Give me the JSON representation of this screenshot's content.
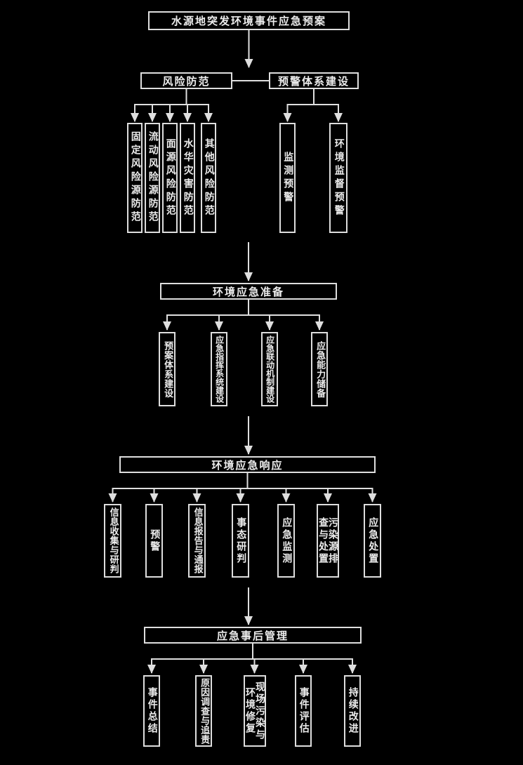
{
  "title": {
    "label": "水源地突发环境事件应急预案"
  },
  "risk": {
    "label": "风险防范",
    "children": [
      {
        "label": "固定风险源防范"
      },
      {
        "label": "流动风险源防范"
      },
      {
        "label": "面源风险防范"
      },
      {
        "label": "水华灾害防范"
      },
      {
        "label": "其他风险防范"
      }
    ]
  },
  "warning": {
    "label": "预警体系建设",
    "children": [
      {
        "label": "监测预警"
      },
      {
        "label": "环境监督预警"
      }
    ]
  },
  "preparation": {
    "label": "环境应急准备",
    "children": [
      {
        "label": "预案体系建设"
      },
      {
        "label": "应急指挥系统建设"
      },
      {
        "label": "应急联动机制建设"
      },
      {
        "label": "应急能力储备"
      }
    ]
  },
  "response": {
    "label": "环境应急响应",
    "children": [
      {
        "label": "信息收集与研判"
      },
      {
        "label": "预警"
      },
      {
        "label": "信息报告与通报"
      },
      {
        "label": "事态研判"
      },
      {
        "label": "应急监测"
      },
      {
        "label": "污染源排查与处置"
      },
      {
        "label": "应急处置"
      }
    ]
  },
  "aftermath": {
    "label": "应急事后管理",
    "children": [
      {
        "label": "事件总结"
      },
      {
        "label": "原因调查与追责"
      },
      {
        "label": "现场污染与环境修复"
      },
      {
        "label": "事件评估"
      },
      {
        "label": "持续改进"
      }
    ]
  },
  "colors": {
    "background": "#000000",
    "box_border": "#dedede",
    "text": "#ececec",
    "line": "#dfdfdf"
  }
}
